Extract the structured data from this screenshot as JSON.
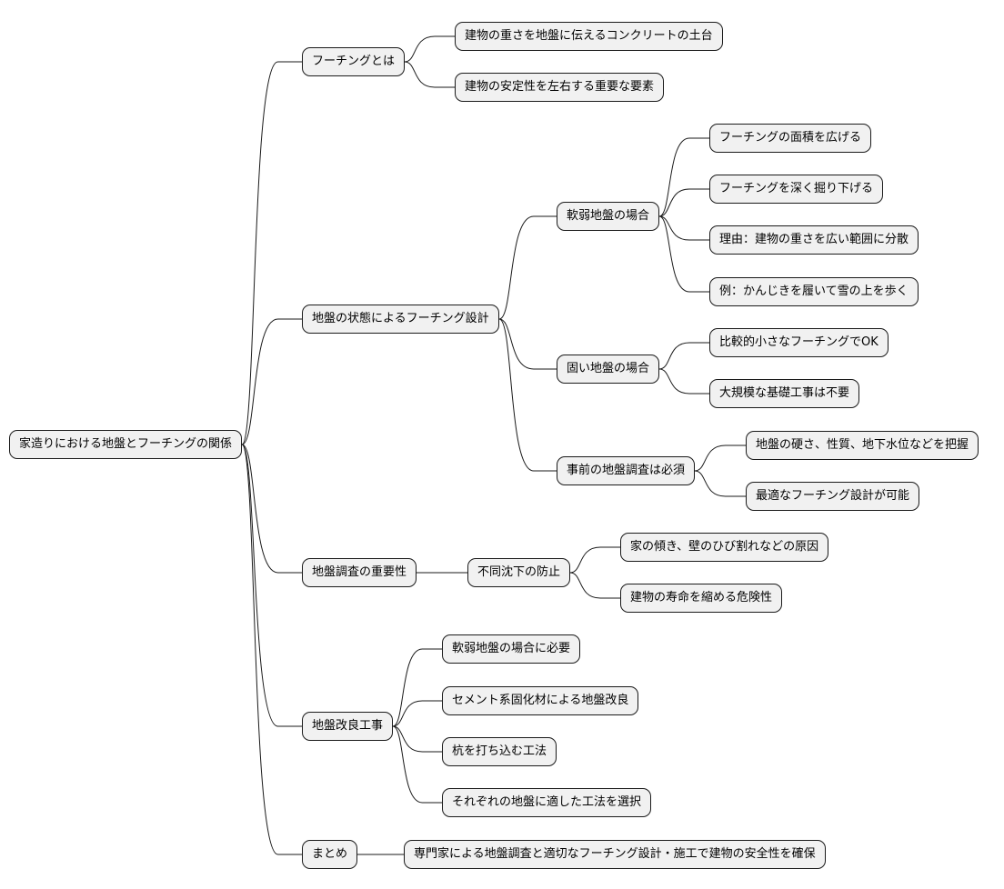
{
  "root": "家造りにおける地盤とフーチングの関係",
  "branches": [
    {
      "label": "フーチングとは",
      "children": [
        {
          "label": "建物の重さを地盤に伝えるコンクリートの土台"
        },
        {
          "label": "建物の安定性を左右する重要な要素"
        }
      ]
    },
    {
      "label": "地盤の状態によるフーチング設計",
      "children": [
        {
          "label": "軟弱地盤の場合",
          "children": [
            {
              "label": "フーチングの面積を広げる"
            },
            {
              "label": "フーチングを深く掘り下げる"
            },
            {
              "label": "理由：建物の重さを広い範囲に分散"
            },
            {
              "label": "例：かんじきを履いて雪の上を歩く"
            }
          ]
        },
        {
          "label": "固い地盤の場合",
          "children": [
            {
              "label": "比較的小さなフーチングでOK"
            },
            {
              "label": "大規模な基礎工事は不要"
            }
          ]
        },
        {
          "label": "事前の地盤調査は必須",
          "children": [
            {
              "label": "地盤の硬さ、性質、地下水位などを把握"
            },
            {
              "label": "最適なフーチング設計が可能"
            }
          ]
        }
      ]
    },
    {
      "label": "地盤調査の重要性",
      "children": [
        {
          "label": "不同沈下の防止",
          "children": [
            {
              "label": "家の傾き、壁のひび割れなどの原因"
            },
            {
              "label": "建物の寿命を縮める危険性"
            }
          ]
        }
      ]
    },
    {
      "label": "地盤改良工事",
      "children": [
        {
          "label": "軟弱地盤の場合に必要"
        },
        {
          "label": "セメント系固化材による地盤改良"
        },
        {
          "label": "杭を打ち込む工法"
        },
        {
          "label": "それぞれの地盤に適した工法を選択"
        }
      ]
    },
    {
      "label": "まとめ",
      "children": [
        {
          "label": "専門家による地盤調査と適切なフーチング設計・施工で建物の安全性を確保"
        }
      ]
    }
  ]
}
